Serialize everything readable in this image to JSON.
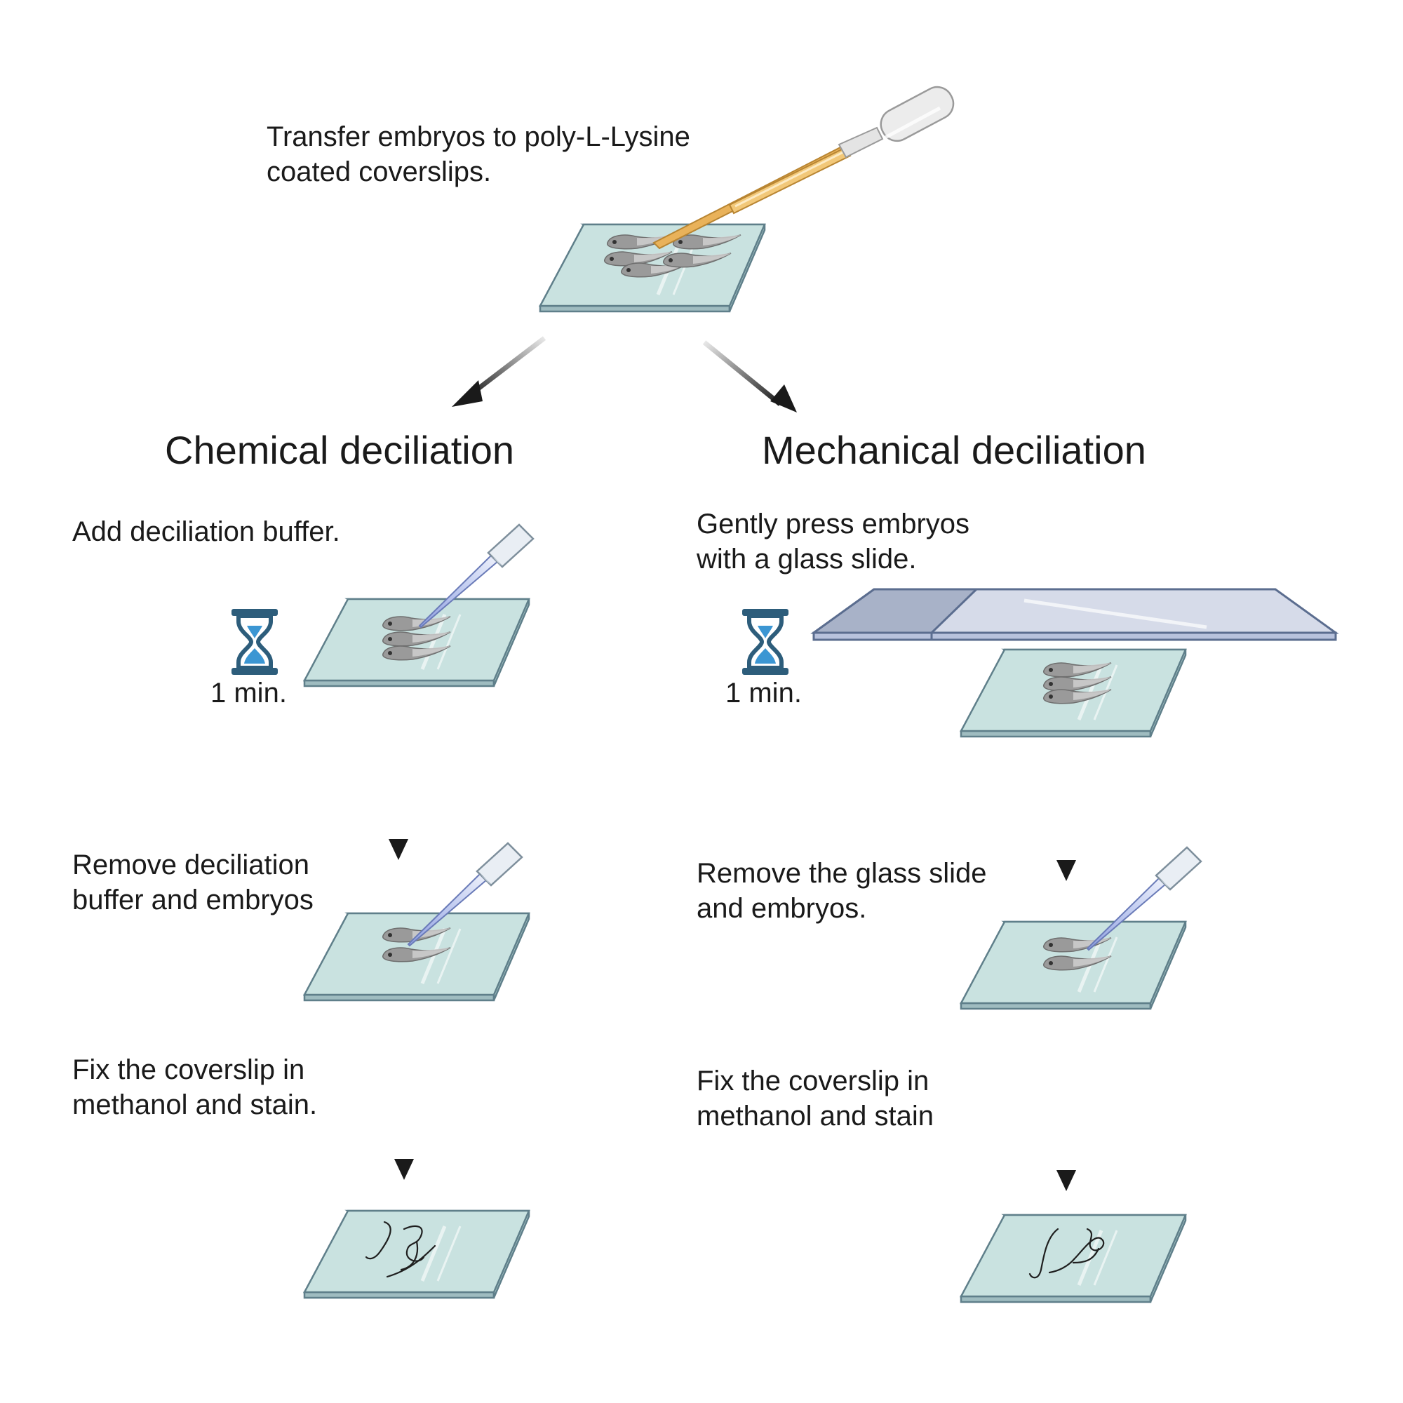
{
  "step_transfer": {
    "line1": "Transfer embryos to poly-L-Lysine",
    "line2": "coated coverslips."
  },
  "branches": {
    "chemical": {
      "title": "Chemical deciliation",
      "step1": "Add deciliation buffer.",
      "timer": "1 min.",
      "step2_line1": "Remove deciliation",
      "step2_line2": "buffer and embryos",
      "step3_line1": "Fix the coverslip in",
      "step3_line2": "methanol and stain."
    },
    "mechanical": {
      "title": "Mechanical deciliation",
      "step1_line1": "Gently press embryos",
      "step1_line2": "with a glass slide.",
      "timer": "1 min.",
      "step2_line1": "Remove the glass slide",
      "step2_line2": "and embryos.",
      "step3_line1": "Fix the coverslip in",
      "step3_line2": "methanol and stain"
    }
  },
  "colors": {
    "coverslip_fill": "#c9e2e0",
    "coverslip_edge": "#5f7f8a",
    "glass_slide_fill": "#d6dbe9",
    "glass_slide_edge": "#5b6d8f",
    "pipette_tip": "#b9c6ee",
    "pasteur_pipette": "#e9b25a",
    "hourglass_frame": "#2d5d7b",
    "hourglass_sand": "#3b96d3",
    "arrow": "#1a1a1a",
    "embryo": "#8e8e8e"
  },
  "icons": {
    "timer": "hourglass-icon",
    "coverslip": "coverslip-icon",
    "pipette": "pipette-icon",
    "pasteur_pipette": "pasteur-pipette-icon",
    "glass_slide": "glass-slide-icon",
    "arrow": "arrow-icon",
    "embryos": "embryo-icon",
    "cilia": "cilia-icon"
  }
}
